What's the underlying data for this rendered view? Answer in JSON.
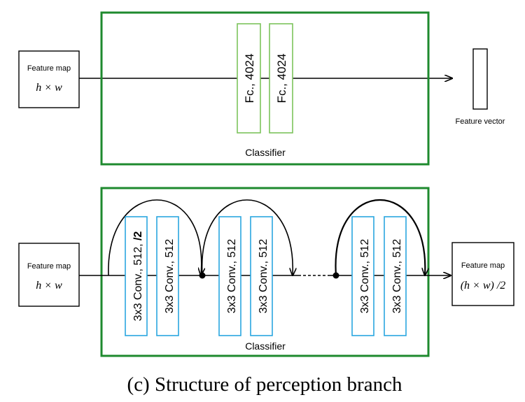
{
  "top_diagram": {
    "input_box": {
      "line1": "Feature map",
      "line2": "h × w"
    },
    "fc_layers": [
      "Fc., 4024",
      "Fc., 4024"
    ],
    "classifier_label": "Classifier",
    "output_label": "Feature vector"
  },
  "bottom_diagram": {
    "input_box": {
      "line1": "Feature map",
      "line2": "h × w"
    },
    "conv_layers": [
      {
        "text": "3x3 Conv., 512, ",
        "suffix": "/2"
      },
      {
        "text": "3x3 Conv., 512",
        "suffix": ""
      },
      {
        "text": "3x3 Conv., 512",
        "suffix": ""
      },
      {
        "text": "3x3 Conv., 512",
        "suffix": ""
      },
      {
        "text": "3x3 Conv., 512",
        "suffix": ""
      },
      {
        "text": "3x3 Conv., 512",
        "suffix": ""
      }
    ],
    "classifier_label": "Classifier",
    "output_box": {
      "line1": "Feature map",
      "line2": "(h × w) /2"
    }
  },
  "caption": "(c) Structure of perception branch",
  "colors": {
    "classifier_border": "#1e8a2e",
    "fc_border": "#7cc35c",
    "conv_border": "#2aa7e0",
    "line": "#000000"
  }
}
